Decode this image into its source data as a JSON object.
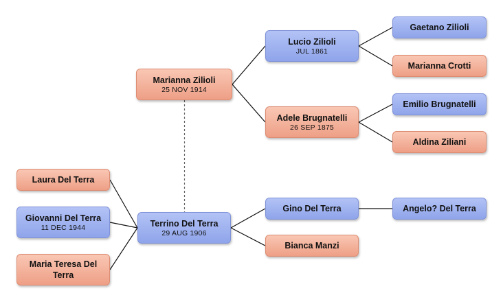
{
  "people": {
    "marianna_zilioli": {
      "name": "Marianna Zilioli",
      "date": "25 NOV 1914",
      "sex": "female"
    },
    "lucio_zilioli": {
      "name": "Lucio Zilioli",
      "date": "JUL 1861",
      "sex": "male"
    },
    "gaetano_zilioli": {
      "name": "Gaetano Zilioli",
      "date": "",
      "sex": "male"
    },
    "marianna_crotti": {
      "name": "Marianna Crotti",
      "date": "",
      "sex": "female"
    },
    "adele_brugnatelli": {
      "name": "Adele Brugnatelli",
      "date": "26 SEP 1875",
      "sex": "female"
    },
    "emilio_brugnatelli": {
      "name": "Emilio Brugnatelli",
      "date": "",
      "sex": "male"
    },
    "aldina_ziliani": {
      "name": "Aldina Ziliani",
      "date": "",
      "sex": "female"
    },
    "laura_del_terra": {
      "name": "Laura Del Terra",
      "date": "",
      "sex": "female"
    },
    "giovanni_del_terra": {
      "name": "Giovanni Del Terra",
      "date": "11 DEC 1944",
      "sex": "male"
    },
    "maria_teresa_del_terra": {
      "name": "Maria Teresa Del Terra",
      "date": "",
      "sex": "female"
    },
    "terrino_del_terra": {
      "name": "Terrino Del Terra",
      "date": "29 AUG 1906",
      "sex": "male"
    },
    "gino_del_terra": {
      "name": "Gino Del Terra",
      "date": "",
      "sex": "male"
    },
    "angelo_del_terra": {
      "name": "Angelo? Del Terra",
      "date": "",
      "sex": "male"
    },
    "bianca_manzi": {
      "name": "Bianca Manzi",
      "date": "",
      "sex": "female"
    }
  },
  "parents": [
    {
      "child": "marianna_zilioli",
      "parents": [
        "lucio_zilioli",
        "adele_brugnatelli"
      ]
    },
    {
      "child": "lucio_zilioli",
      "parents": [
        "gaetano_zilioli",
        "marianna_crotti"
      ]
    },
    {
      "child": "adele_brugnatelli",
      "parents": [
        "emilio_brugnatelli",
        "aldina_ziliani"
      ]
    },
    {
      "child": "terrino_del_terra",
      "parents": [
        "gino_del_terra",
        "bianca_manzi"
      ]
    },
    {
      "child": "gino_del_terra",
      "parents": [
        "angelo_del_terra"
      ]
    }
  ],
  "children_of_terrino_del_terra": [
    "laura_del_terra",
    "giovanni_del_terra",
    "maria_teresa_del_terra"
  ],
  "spouses": [
    [
      "terrino_del_terra",
      "marianna_zilioli"
    ]
  ],
  "colors": {
    "male": "#9fb2ef",
    "female": "#f2ad95",
    "connector": "#111111",
    "spouse_link": "#666666"
  }
}
